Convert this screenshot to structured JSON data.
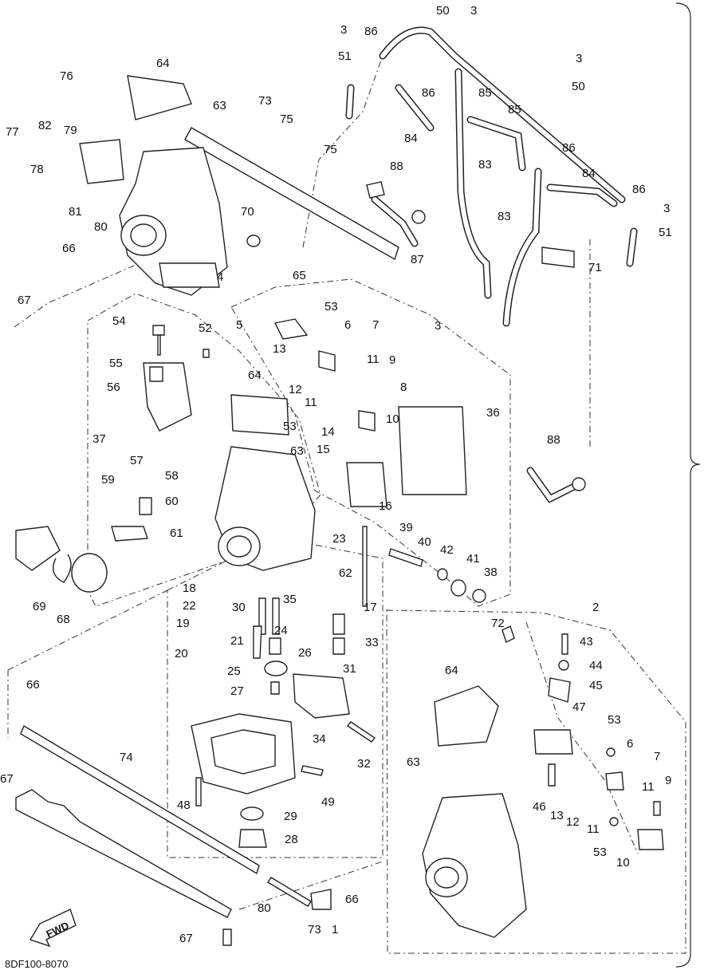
{
  "diagram_code": "8DF100-8070",
  "fwd_label": "FWD",
  "labels": [
    "50",
    "3",
    "3",
    "51",
    "86",
    "3",
    "50",
    "86",
    "85",
    "85",
    "84",
    "86",
    "83",
    "64",
    "63",
    "73",
    "75",
    "76",
    "77",
    "82",
    "79",
    "78",
    "81",
    "80",
    "75",
    "88",
    "70",
    "87",
    "84",
    "86",
    "83",
    "3",
    "51",
    "71",
    "66",
    "4",
    "67",
    "65",
    "53",
    "54",
    "52",
    "5",
    "6",
    "7",
    "3",
    "55",
    "13",
    "11",
    "9",
    "64",
    "56",
    "12",
    "11",
    "8",
    "37",
    "10",
    "36",
    "53",
    "14",
    "15",
    "63",
    "88",
    "57",
    "58",
    "59",
    "60",
    "16",
    "61",
    "23",
    "39",
    "40",
    "42",
    "41",
    "38",
    "69",
    "68",
    "62",
    "17",
    "18",
    "22",
    "30",
    "35",
    "19",
    "24",
    "72",
    "2",
    "21",
    "26",
    "33",
    "43",
    "20",
    "44",
    "25",
    "31",
    "45",
    "66",
    "27",
    "64",
    "47",
    "34",
    "53",
    "6",
    "7",
    "74",
    "32",
    "11",
    "9",
    "46",
    "13",
    "12",
    "11",
    "48",
    "49",
    "63",
    "29",
    "53",
    "10",
    "67",
    "28",
    "80",
    "66",
    "73",
    "67",
    "1"
  ]
}
